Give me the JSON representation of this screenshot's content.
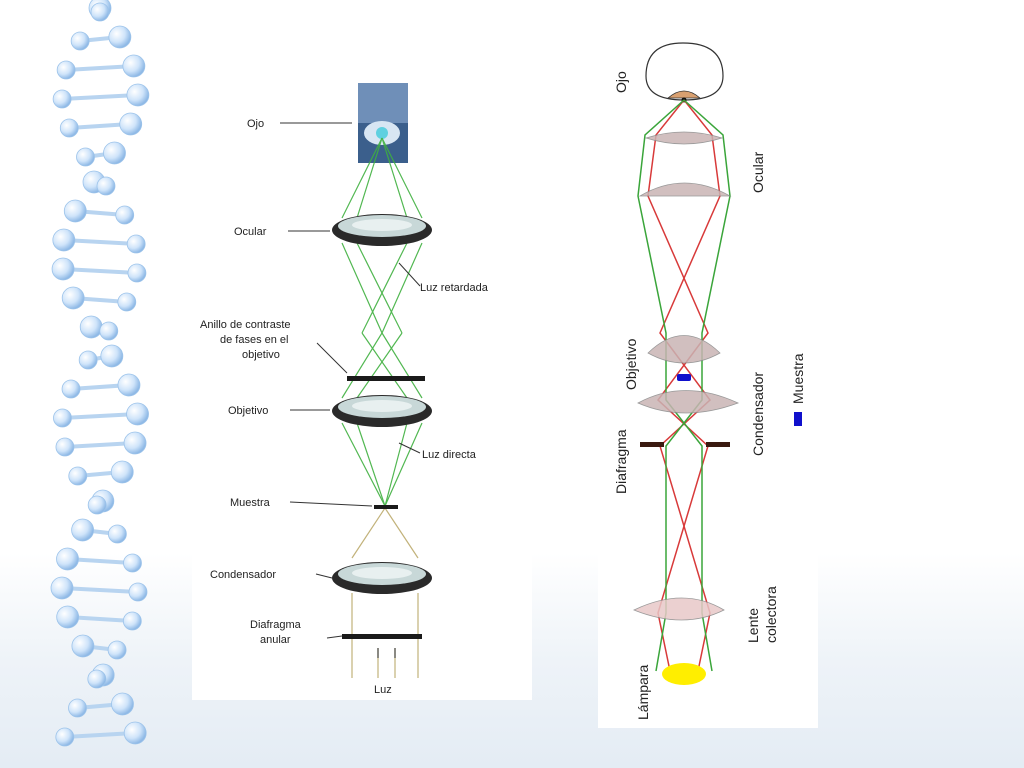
{
  "left_diagram": {
    "labels": {
      "eye": "Ojo",
      "eyepiece": "Ocular",
      "retarded_light": "Luz retardada",
      "phase_ring_line1": "Anillo de contraste",
      "phase_ring_line2": "de fases en el",
      "phase_ring_line3": "objetivo",
      "objective": "Objetivo",
      "direct_light": "Luz directa",
      "sample": "Muestra",
      "condenser": "Condensador",
      "annular_diaphragm_line1": "Diafragma",
      "annular_diaphragm_line2": "anular",
      "light": "Luz"
    }
  },
  "right_diagram": {
    "labels": {
      "eye": "Ojo",
      "eyepiece": "Ocular",
      "objective": "Objetivo",
      "condenser": "Condensador",
      "sample": "Muestra",
      "diaphragm": "Diafragma",
      "collector_lens_line1": "Lente",
      "collector_lens_line2": "colectora",
      "lamp": "Lámpara"
    },
    "colors": {
      "ray_red": "#d83a3a",
      "ray_green": "#3aa53a",
      "lens_fill": "#c9b4b4",
      "lamp": "#ffee00",
      "sample": "#1010cc",
      "diaphragm": "#3a1a10",
      "pupil": "#d9a070"
    }
  }
}
